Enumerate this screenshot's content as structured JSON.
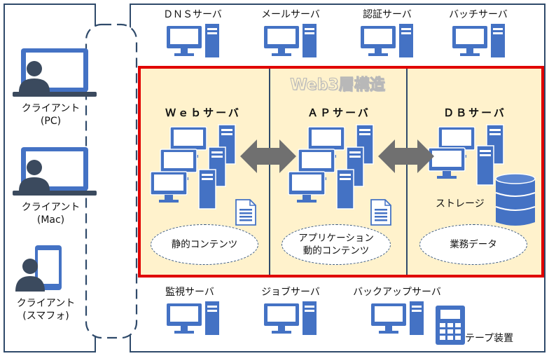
{
  "diagram": {
    "top_servers": [
      "ＤＮＳサーバ",
      "メールサーバ",
      "認証サーバ",
      "バッチサーバ"
    ],
    "architecture_title": "Web3層構造",
    "tiers": [
      {
        "title": "Ｗｅｂサーバ",
        "content": "静的コンテンツ"
      },
      {
        "title": "ＡＰサーバ",
        "content": "アプリケーション\n動的コンテンツ"
      },
      {
        "title": "ＤＢサーバ",
        "content": "業務データ"
      }
    ],
    "storage_label": "ストレージ",
    "bottom_servers": [
      "監視サーバ",
      "ジョブサーバ",
      "バックアップサーバ"
    ],
    "tape_label": "テープ装置",
    "clients": [
      {
        "line1": "クライアント",
        "line2": "(PC)"
      },
      {
        "line1": "クライアント",
        "line2": "(Mac)"
      },
      {
        "line1": "クライアント",
        "line2": "(スマフォ)"
      }
    ],
    "colors": {
      "panel_border": "#2f4a6a",
      "server_blue": "#4472c4",
      "tier_fill": "#fff2cc",
      "highlight_border": "#e00000",
      "arrow": "#707070",
      "person": "#3b4a5e"
    }
  }
}
